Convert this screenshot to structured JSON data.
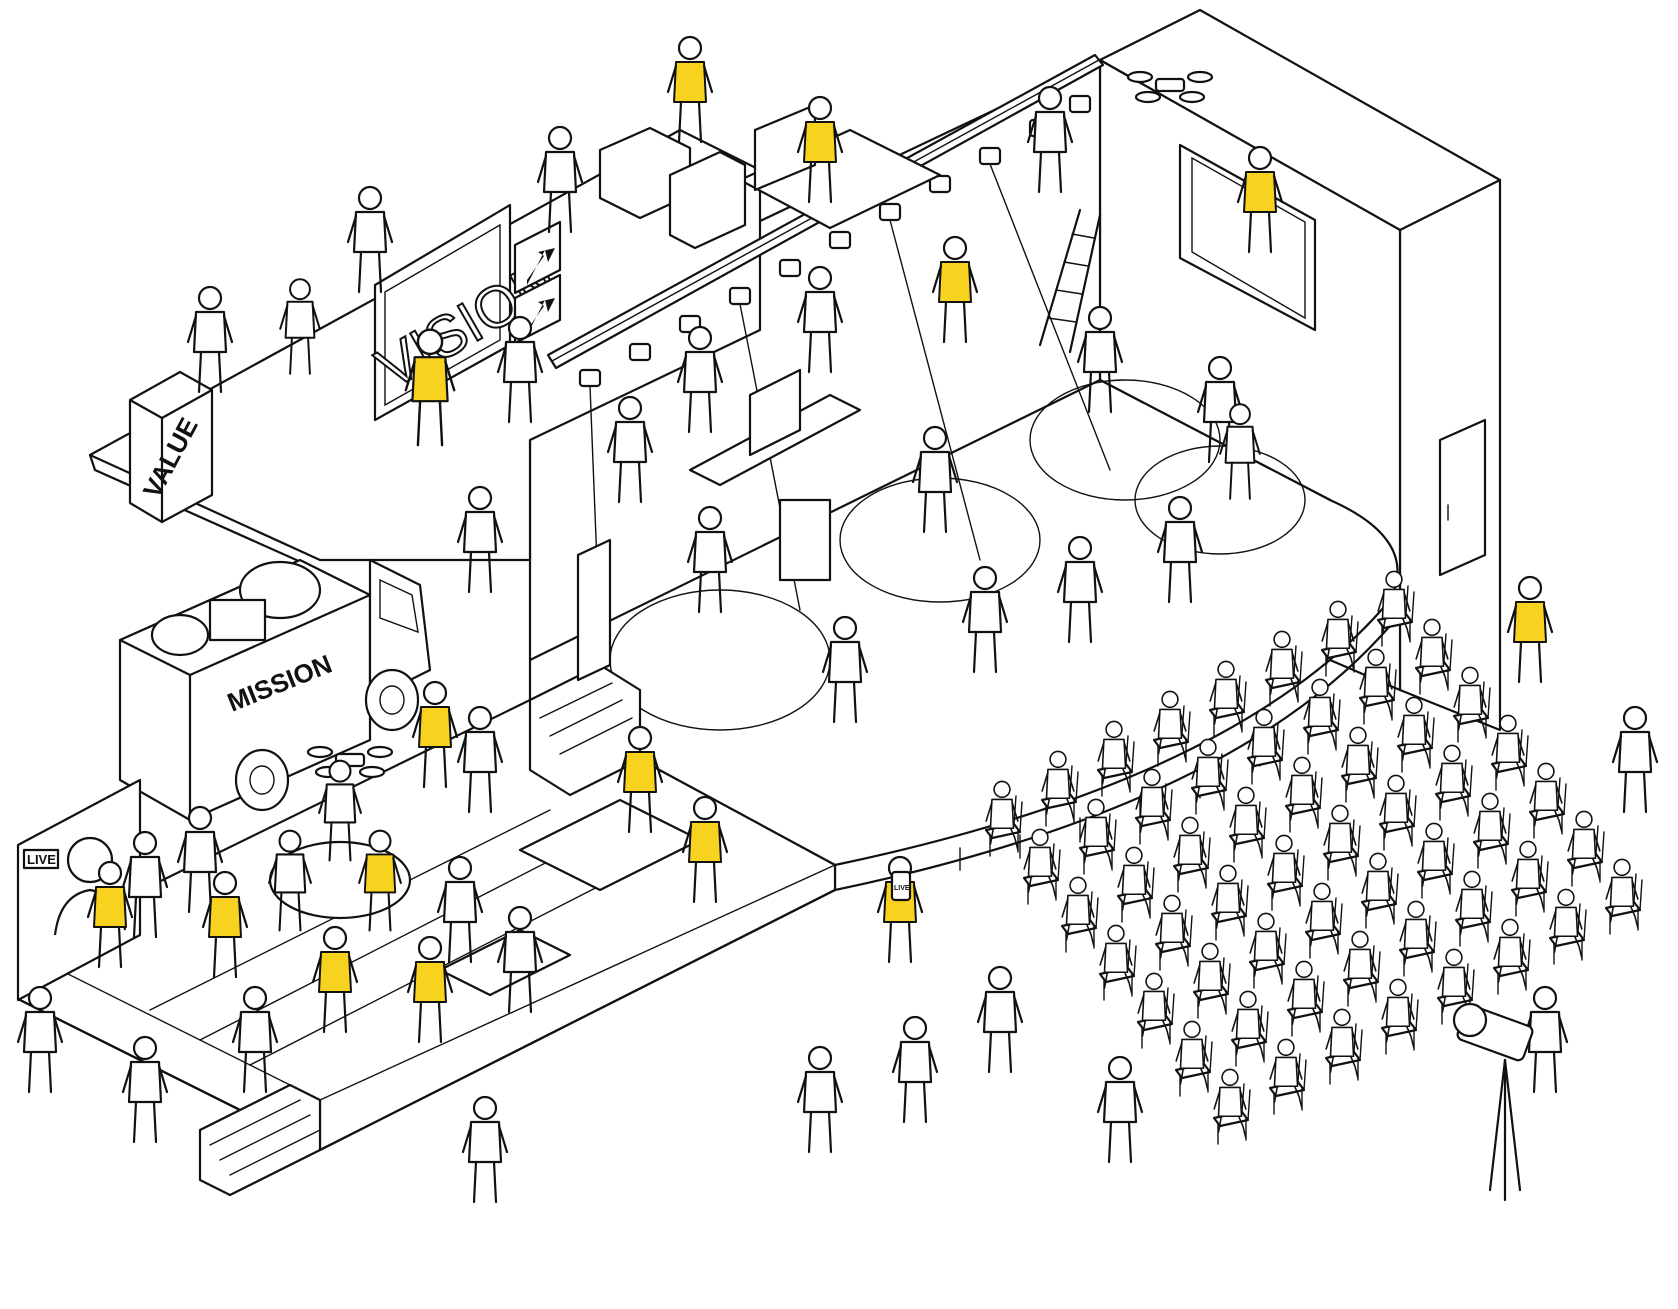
{
  "signs": {
    "vision": "VISION",
    "value": "VALUE",
    "mission": "MISSION",
    "live_screen": "LIVE",
    "live_phone": "LIVE"
  },
  "colors": {
    "accent": "#f7d21e",
    "line": "#111111",
    "background": "#ffffff"
  },
  "icons": [
    "drone-icon",
    "spotlight-icon",
    "camera-icon",
    "arrow-up-right-icon",
    "ladder-icon",
    "truck-icon"
  ]
}
